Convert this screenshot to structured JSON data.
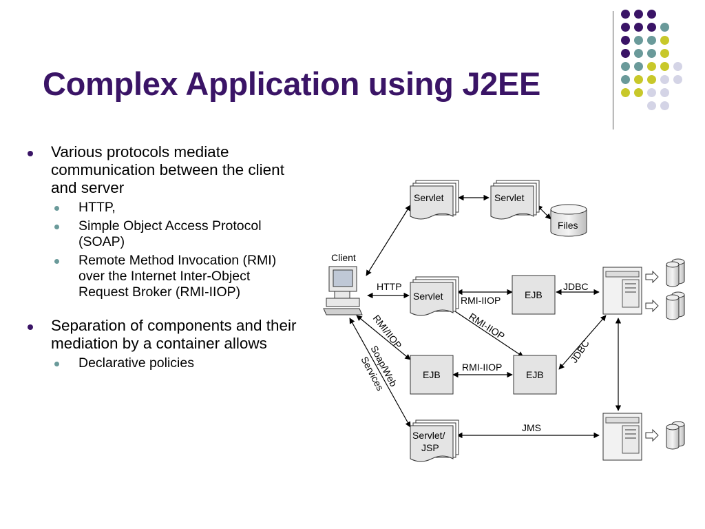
{
  "slide": {
    "title": "Complex Application using J2EE",
    "bullets": [
      {
        "text": "Various protocols mediate communication between the client and server",
        "sub": [
          "HTTP,",
          "Simple Object Access Protocol (SOAP)",
          "Remote Method Invocation (RMI) over the Internet Inter-Object Request Broker (RMI-IIOP)"
        ]
      },
      {
        "text": "Separation of components and their mediation by a container allows",
        "sub": [
          "Declarative policies"
        ]
      }
    ]
  },
  "diagram": {
    "client": "Client",
    "servlet_top_1": "Servlet",
    "servlet_top_2": "Servlet",
    "files": "Files",
    "servlet_mid": "Servlet",
    "ejb_mid": "EJB",
    "ejb_left": "EJB",
    "ejb_right": "EJB",
    "servlet_jsp_1": "Servlet/",
    "servlet_jsp_2": "JSP",
    "edge_http": "HTTP",
    "edge_rmi_iiop_1": "RMI-IIOP",
    "edge_rmi_iiop_diag": "RMI-IIOP",
    "edge_rmi_iiop_2": "RMI-IIOP",
    "edge_jdbc_1": "JDBC",
    "edge_jdbc_2": "JDBC",
    "edge_jms": "JMS",
    "edge_rmi_iiop_client": "RMI/IIOP",
    "edge_soap_1": "Soap/Web",
    "edge_soap_2": "Services"
  },
  "colors": {
    "title": "#3a1466",
    "purple": "#3a1466",
    "teal": "#6a9a9a",
    "olive": "#c8c82a",
    "lavender": "#d4d4e6"
  },
  "decor_dot_colors": [
    [
      "purple",
      "purple",
      "purple"
    ],
    [
      "purple",
      "purple",
      "purple",
      "teal"
    ],
    [
      "purple",
      "teal",
      "teal",
      "olive"
    ],
    [
      "purple",
      "teal",
      "teal",
      "olive"
    ],
    [
      "teal",
      "teal",
      "olive",
      "olive",
      "lavender"
    ],
    [
      "teal",
      "olive",
      "olive",
      "lavender",
      "lavender"
    ],
    [
      "olive",
      "olive",
      "lavender",
      "lavender"
    ],
    [
      "lavender",
      "lavender"
    ]
  ]
}
